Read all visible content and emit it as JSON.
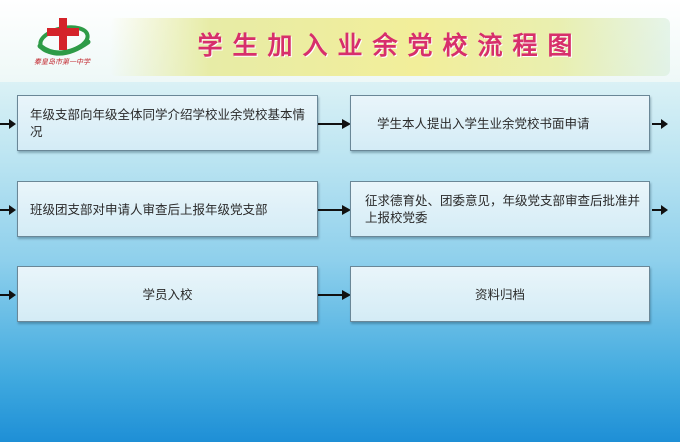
{
  "header": {
    "title": "学生加入业余党校流程图",
    "logo_caption": "秦皇岛市第一中学",
    "logo_icon": "school-emblem-icon"
  },
  "steps": [
    {
      "id": 1,
      "text": "年级支部向年级全体同学介绍学校业余党校基本情况"
    },
    {
      "id": 2,
      "text": "学生本人提出入学生业余党校书面申请"
    },
    {
      "id": 3,
      "text": "班级团支部对申请人审查后上报年级党支部"
    },
    {
      "id": 4,
      "text": "征求德育处、团委意见，年级党支部审查后批准并上报校党委"
    },
    {
      "id": 5,
      "text": "学员入校"
    },
    {
      "id": 6,
      "text": "资料归档"
    }
  ],
  "colors": {
    "title": "#d72f6b",
    "box_border": "#6a8797",
    "arrow": "#111111"
  }
}
